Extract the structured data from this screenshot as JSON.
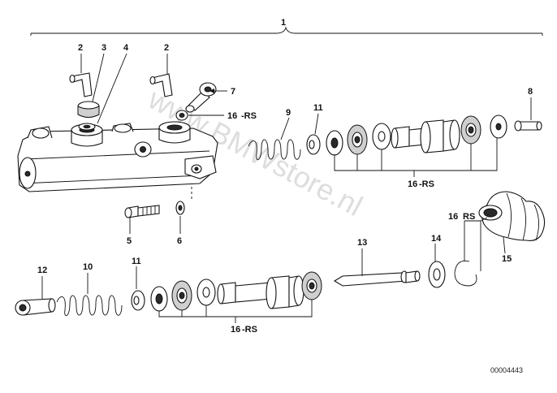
{
  "diagram": {
    "assembly_number": "1",
    "callouts": {
      "c2a": "2",
      "c3": "3",
      "c4": "4",
      "c2b": "2",
      "c7": "7",
      "c16a_num": "16",
      "c16a_code": "-RS",
      "c9": "9",
      "c11a": "11",
      "c8": "8",
      "c16b_num": "16",
      "c16b_code": "-RS",
      "c5": "5",
      "c6": "6",
      "c16c_num": "16",
      "c16c_code": "RS",
      "c15": "15",
      "c14": "14",
      "c13": "13",
      "c12": "12",
      "c10": "10",
      "c11b": "11",
      "c16d_num": "16",
      "c16d_code": "-RS"
    },
    "catalog_number": "00004443",
    "watermark": "www.BMWstore.nl"
  }
}
